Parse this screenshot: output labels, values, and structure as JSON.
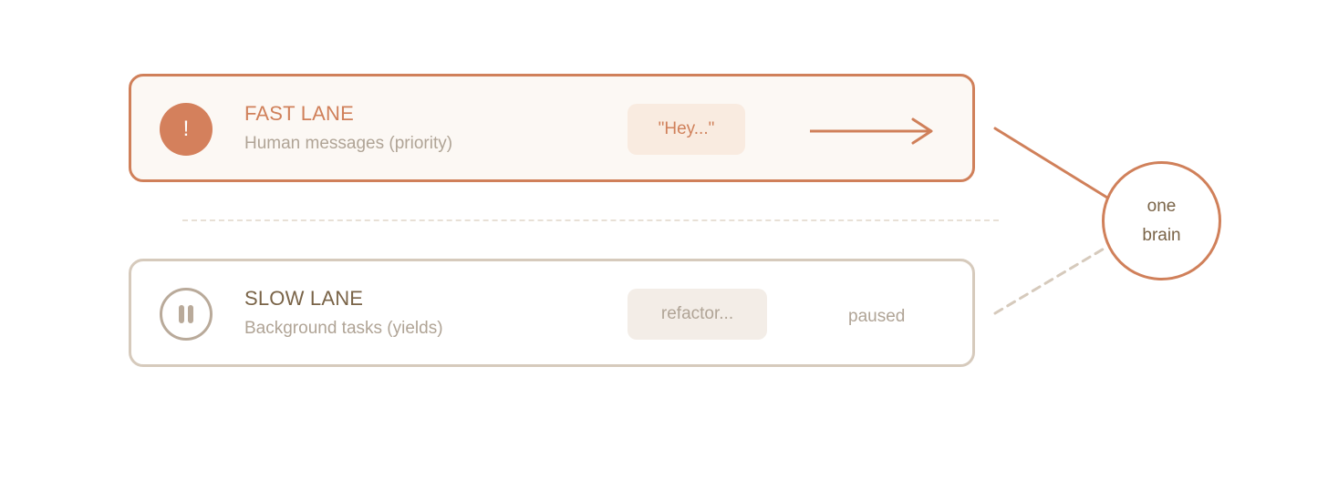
{
  "fast_lane": {
    "title": "FAST LANE",
    "subtitle": "Human messages (priority)",
    "icon": "exclamation-icon",
    "icon_glyph": "!",
    "message": "\"Hey...\"",
    "accent_color": "#d0805a"
  },
  "slow_lane": {
    "title": "SLOW LANE",
    "subtitle": "Background tasks (yields)",
    "icon": "pause-icon",
    "message": "refactor...",
    "status": "paused",
    "accent_color": "#b9aa9a"
  },
  "brain": {
    "line1": "one",
    "line2": "brain"
  }
}
